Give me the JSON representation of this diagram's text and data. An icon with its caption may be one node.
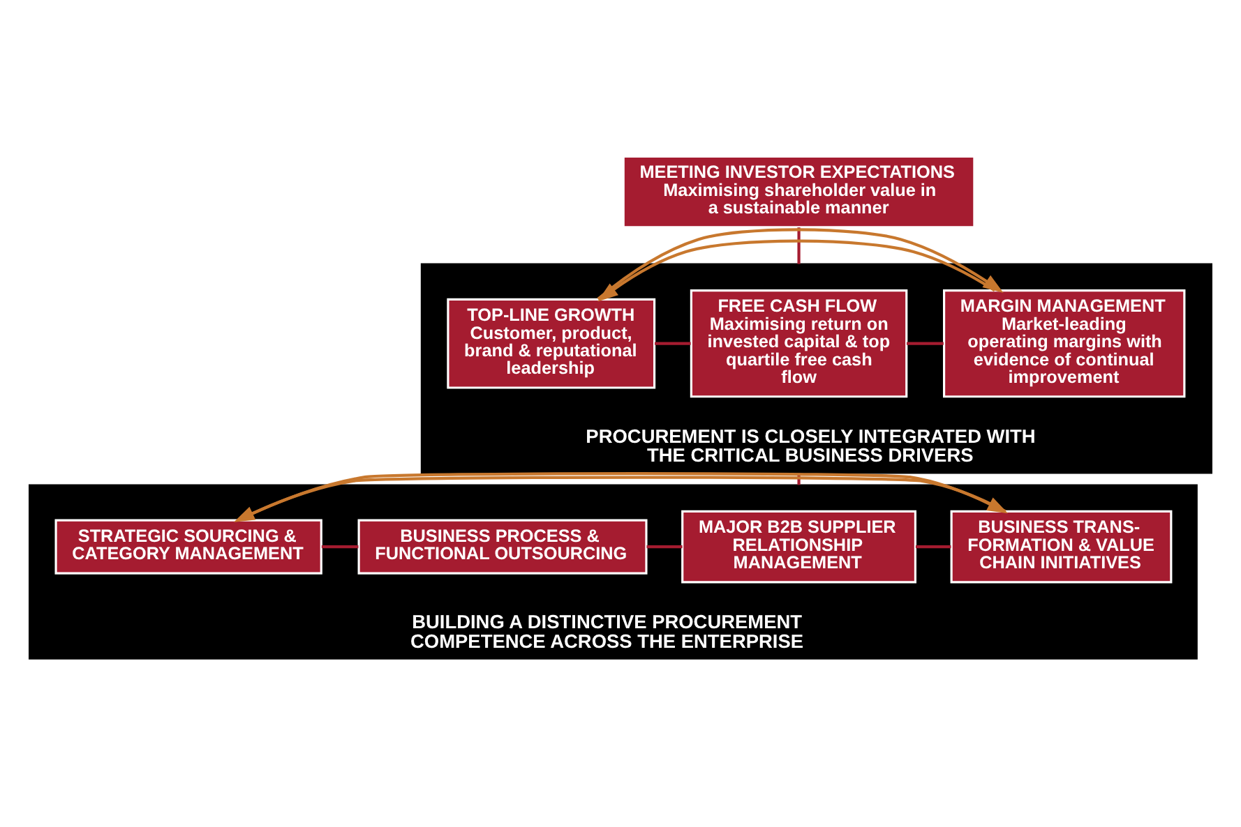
{
  "diagram": {
    "nodes": [
      {
        "text": [
          "MEETING INVESTOR EXPECTATIONS",
          "Maximising shareholder value in a sustainable manner"
        ]
      },
      {
        "text": [
          "PROCUREMENT IS CLOSELY INTEGRATED WITH THE CRITICAL BUSINESS DRIVERS"
        ]
      },
      {
        "text": [
          "TOP-LINE GROWTH",
          "Customer, product, brand & reputational leadership"
        ],
        "in": 1
      },
      {
        "text": [
          "FREE CASH FLOW",
          "Maximising return on invested capital & top quartile free cash flow"
        ],
        "in": 1
      },
      {
        "text": [
          "MARGIN MANAGEMENT",
          "Market-leading operating margins with evidence of continual improvement"
        ],
        "in": 1
      },
      {
        "text": [
          "BUILDING A DISTINCTIVE PROCUREMENT COMPETENCE ACROSS THE ENTERPRISE"
        ]
      },
      {
        "text": [
          "STRATEGIC SOURCING & CATEGORY MANAGEMENT"
        ],
        "in": 5
      },
      {
        "text": [
          "BUSINESS PROCESS & FUNCTIONAL OUTSOURCING"
        ],
        "in": 5
      },
      {
        "text": [
          "MAJOR B2B SUPPLIER RELATIONSHIP MANAGEMENT"
        ],
        "in": 5
      },
      {
        "text": [
          "BUSINESS TRANS- FORMATION & VALUE CHAIN INITIATIVES"
        ],
        "in": 5
      }
    ],
    "edges": [
      {
        "from": 0,
        "to": 1,
        "arrow": "none"
      },
      {
        "from": 1,
        "to": 5,
        "arrow": "none"
      },
      {
        "from": 2,
        "to": 3,
        "arrow": "none"
      },
      {
        "from": 3,
        "to": 4,
        "arrow": "none"
      },
      {
        "from": 4,
        "to": 2,
        "arrow": "to",
        "color": "#c8782e"
      },
      {
        "from": 2,
        "to": 4,
        "arrow": "to",
        "color": "#c8782e"
      },
      {
        "from": 6,
        "to": 7,
        "arrow": "none"
      },
      {
        "from": 7,
        "to": 8,
        "arrow": "none"
      },
      {
        "from": 8,
        "to": 9,
        "arrow": "none"
      },
      {
        "from": 9,
        "to": 6,
        "arrow": "to",
        "color": "#c8782e"
      },
      {
        "from": 6,
        "to": 9,
        "arrow": "to",
        "color": "#c8782e"
      }
    ]
  }
}
